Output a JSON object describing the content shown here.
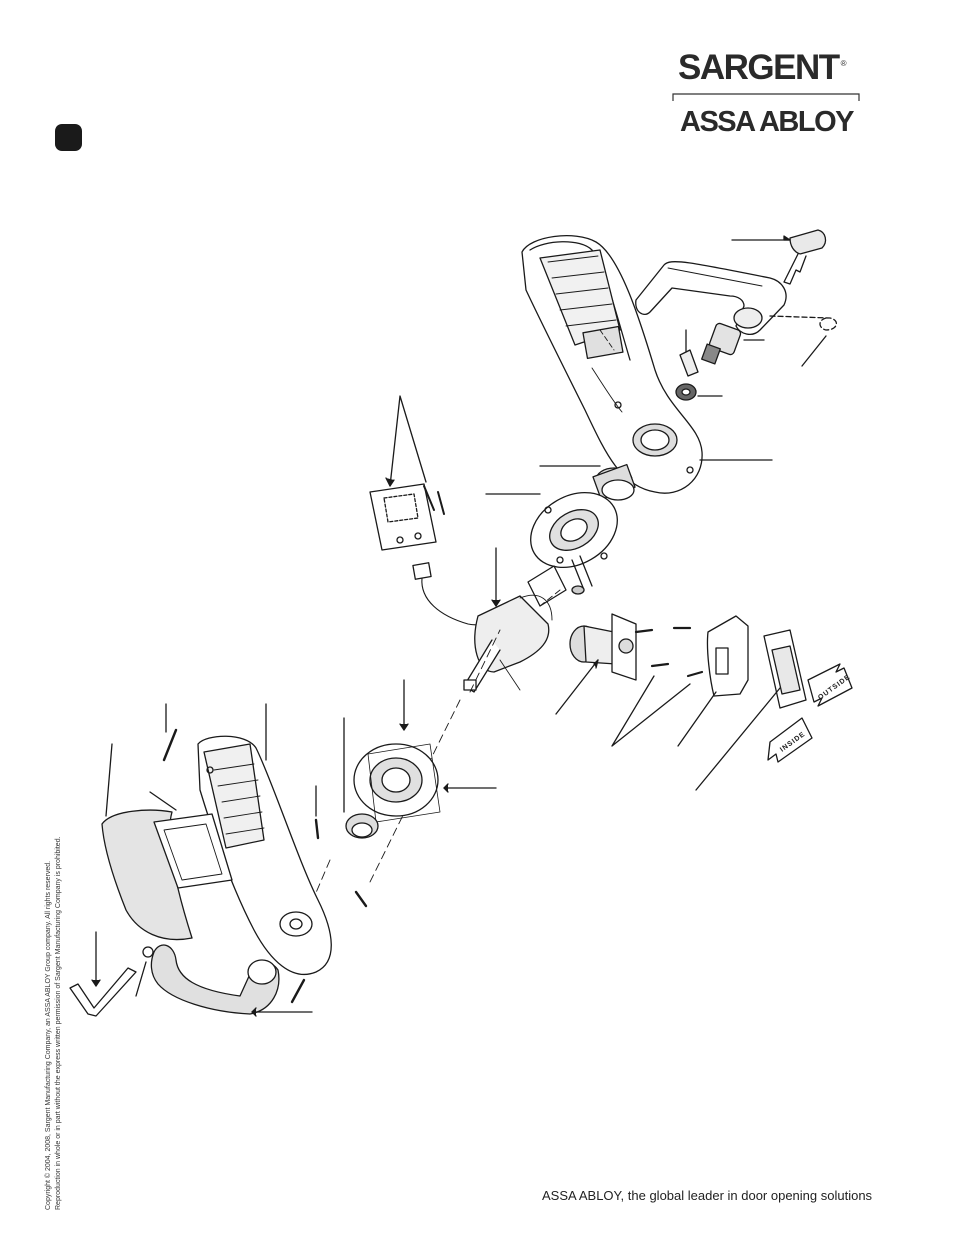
{
  "header": {
    "brand_name": "SARGENT",
    "registered_mark": "®",
    "parent_brand": "ASSA ABLOY",
    "section_badge": ""
  },
  "diagram": {
    "direction_labels": {
      "inside": "INSIDE",
      "outside": "OUTSIDE"
    }
  },
  "footer": {
    "copyright_line1": "Copyright © 2004, 2008, Sargent Manufacturing Company, an ASSA ABLOY Group company. All rights reserved.",
    "copyright_line2": "Reproduction in whole or in part without the express written permission of Sargent Manufacturing Company is prohibited.",
    "tagline": "ASSA ABLOY, the global leader in door opening solutions"
  },
  "colors": {
    "ink": "#1a1a1a",
    "shade": "#e6e6e6",
    "dark_part": "#555555"
  }
}
